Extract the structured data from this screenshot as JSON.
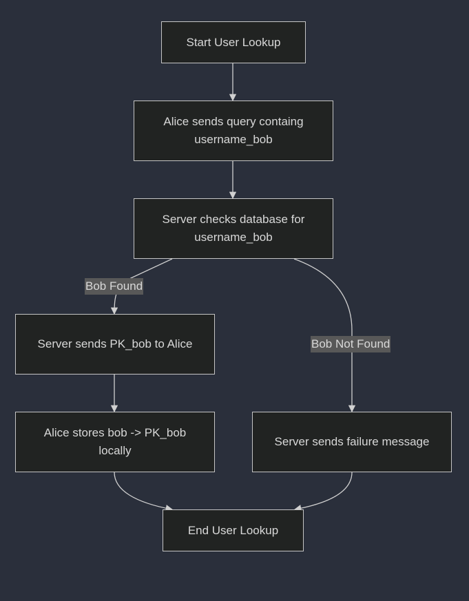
{
  "nodes": {
    "start": "Start User Lookup",
    "send_query": "Alice sends query containg username_bob",
    "check_db": "Server checks database for username_bob",
    "send_pk": "Server sends PK_bob to Alice",
    "store": "Alice stores bob -> PK_bob locally",
    "failure": "Server sends failure message",
    "end": "End User Lookup"
  },
  "edge_labels": {
    "found": "Bob Found",
    "not_found": "Bob Not Found"
  },
  "colors": {
    "background": "#2a2f3b",
    "node_fill": "#212322",
    "node_border": "#c6c6c6",
    "edge": "#d0d0d0",
    "label_fill": "#585858",
    "text": "#d8d8d8"
  }
}
